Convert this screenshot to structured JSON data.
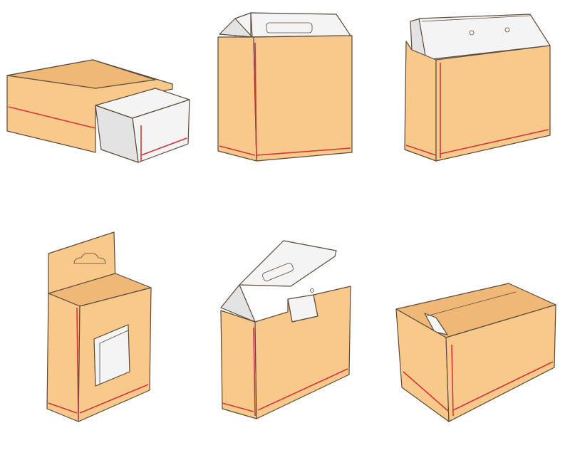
{
  "colors": {
    "background": "#ffffff",
    "kraft": "#f8c98a",
    "kraft_dark": "#efb877",
    "white_board": "#f4f4f4",
    "white_shade": "#e3e3e3",
    "seam": "#d4343c",
    "outline": "#5a4a3a"
  },
  "boxes": [
    {
      "id": "sliding-drawer-box",
      "style": "sleeve with pull-out drawer"
    },
    {
      "id": "handle-carry-box",
      "style": "gable top with carry handle"
    },
    {
      "id": "display-lid-box",
      "style": "fold-back top panel"
    },
    {
      "id": "hang-tab-window-box",
      "style": "hang tab with die-cut window"
    },
    {
      "id": "tuck-top-hanger-box",
      "style": "tuck lid with hanger slot"
    },
    {
      "id": "shipping-carton",
      "style": "regular slotted carton"
    }
  ]
}
